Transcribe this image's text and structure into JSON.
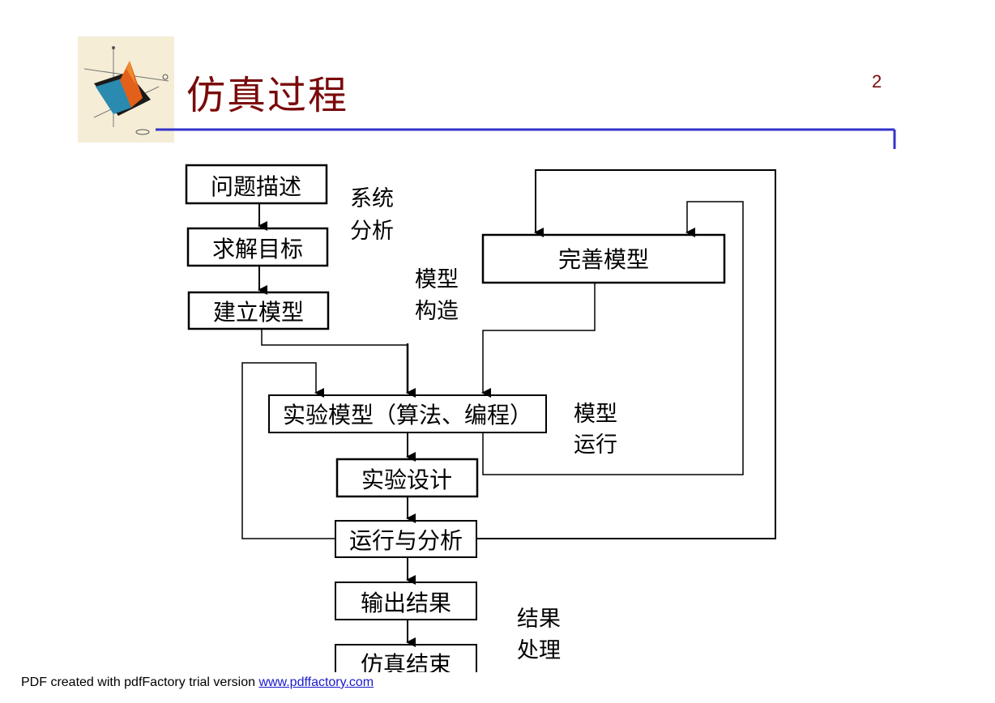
{
  "slide": {
    "title": "仿真过程",
    "page_number": "2",
    "accent_color": "#7a0a0a",
    "rule_color": "#3333cc",
    "logo_icon": "matlab-logo-icon"
  },
  "flowchart": {
    "boxes": {
      "describe": "问题描述",
      "objective": "求解目标",
      "build_model": "建立模型",
      "refine_model": "完善模型",
      "experiment_model": "实验模型（算法、编程）",
      "experiment_design": "实验设计",
      "run_analyze": "运行与分析",
      "output_results": "输出结果",
      "sim_end": "仿真结束"
    },
    "notes": {
      "system_analysis": [
        "系统",
        "分析"
      ],
      "model_construction": [
        "模型",
        "构造"
      ],
      "model_running": [
        "模型",
        "运行"
      ],
      "result_processing": [
        "结果",
        "处理"
      ]
    }
  },
  "footer": {
    "text": "PDF created with pdfFactory trial version ",
    "link_text": "www.pdffactory.com"
  }
}
